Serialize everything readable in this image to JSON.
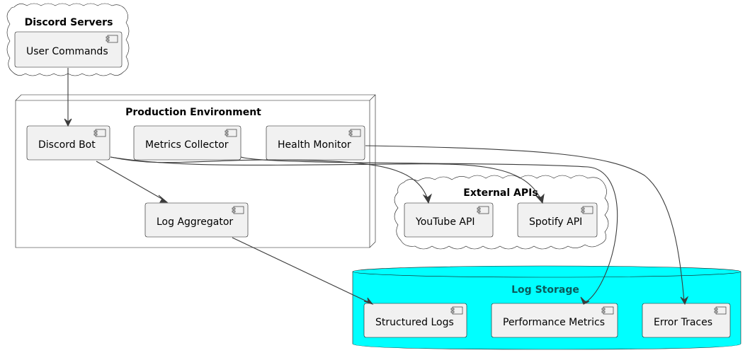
{
  "groups": {
    "discord_servers": {
      "title": "Discord Servers"
    },
    "production": {
      "title": "Production Environment"
    },
    "external_apis": {
      "title": "External APIs"
    },
    "log_storage": {
      "title": "Log Storage"
    }
  },
  "components": {
    "user_commands": "User Commands",
    "discord_bot": "Discord Bot",
    "metrics_collector": "Metrics Collector",
    "health_monitor": "Health Monitor",
    "log_aggregator": "Log Aggregator",
    "youtube_api": "YouTube API",
    "spotify_api": "Spotify API",
    "structured_logs": "Structured Logs",
    "performance_metrics": "Performance Metrics",
    "error_traces": "Error Traces"
  },
  "colors": {
    "log_storage_fill": "#00ffff",
    "component_fill": "#f1f1f1",
    "edge": "#3b3b3b"
  }
}
